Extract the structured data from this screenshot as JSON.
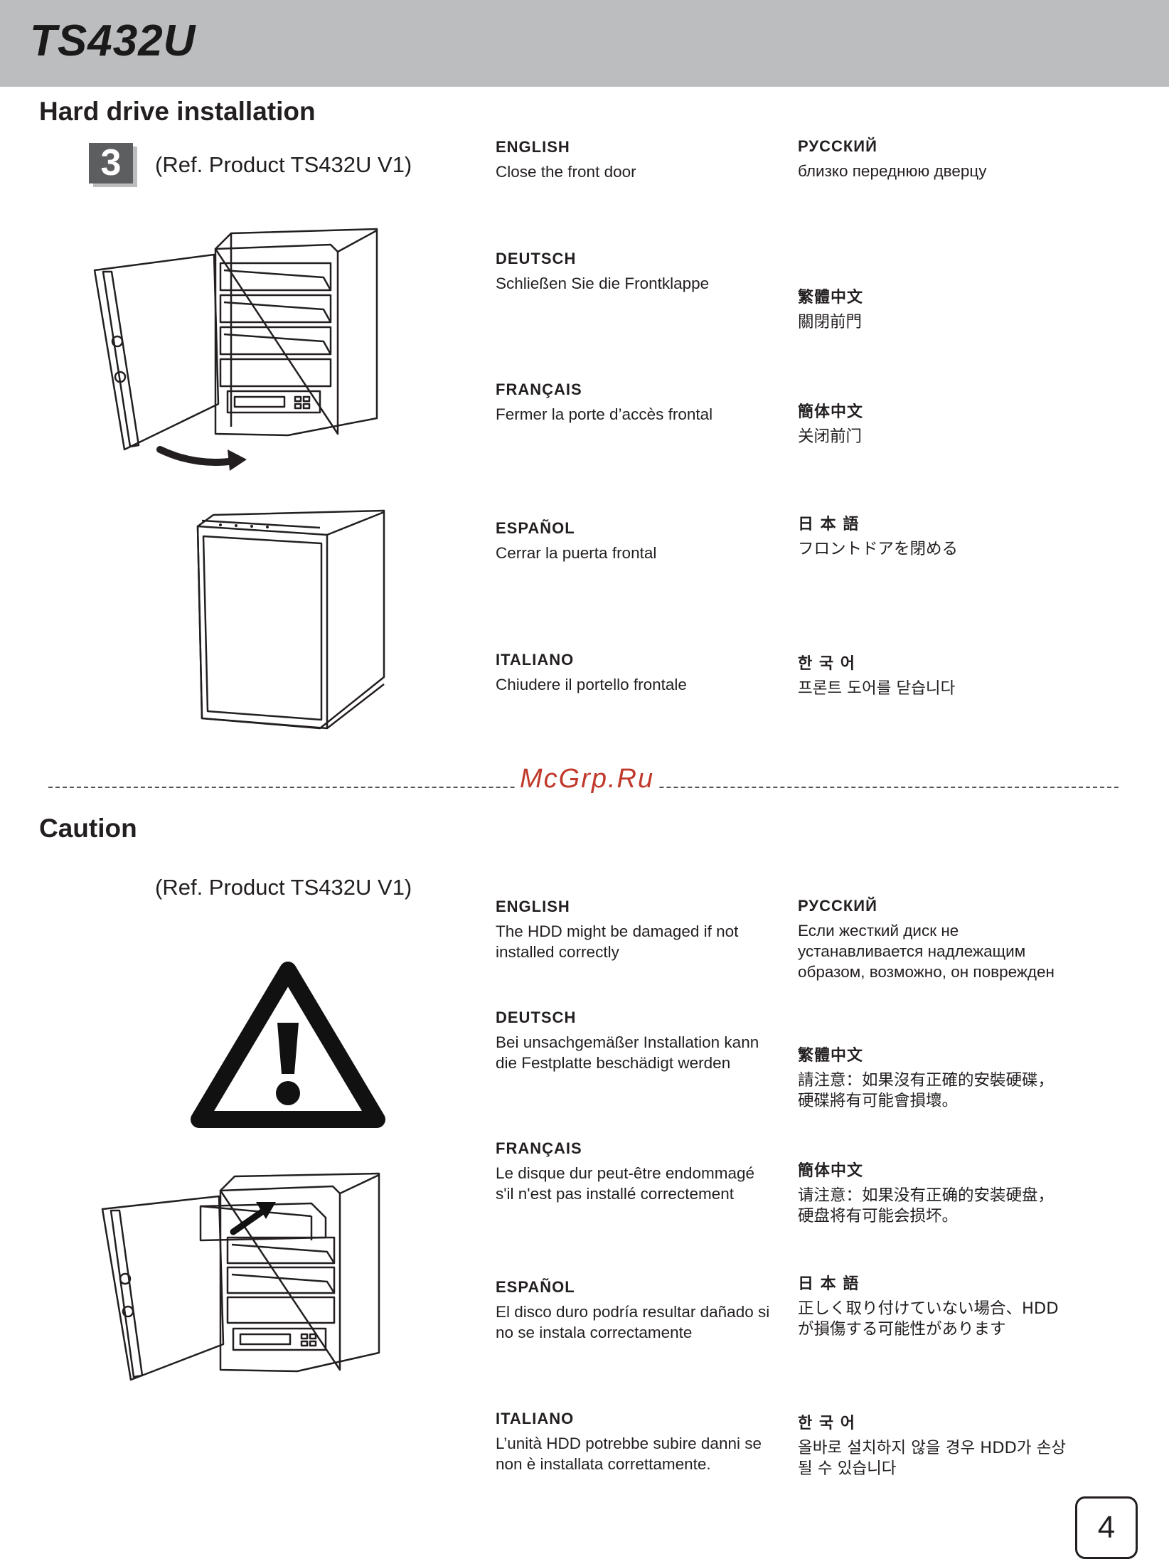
{
  "header": {
    "model": "TS432U"
  },
  "section1": {
    "title": "Hard drive installation",
    "step_number": "3",
    "ref": "(Ref. Product TS432U V1)",
    "left_col": [
      {
        "name": "ENGLISH",
        "text": "Close the front door"
      },
      {
        "name": "DEUTSCH",
        "text": "Schließen Sie die Frontklappe"
      },
      {
        "name": "FRANÇAIS",
        "text": "Fermer la porte d’accès frontal"
      },
      {
        "name": "ESPAÑOL",
        "text": "Cerrar la puerta frontal"
      },
      {
        "name": "ITALIANO",
        "text": "Chiudere il portello frontale"
      }
    ],
    "right_col": [
      {
        "name": "РУССКИЙ",
        "text": "близко переднюю дверцу"
      },
      {
        "name": "繁體中文",
        "text": "關閉前門"
      },
      {
        "name": "簡体中文",
        "text": "关闭前门"
      },
      {
        "name": "日 本 語",
        "text": "フロントドアを閉める"
      },
      {
        "name": "한 국 어",
        "text": "프론트 도어를 닫습니다"
      }
    ]
  },
  "watermark": "McGrp.Ru",
  "section2": {
    "title": "Caution",
    "ref": "(Ref. Product TS432U V1)",
    "left_col": [
      {
        "name": "ENGLISH",
        "text": "The HDD might be damaged if not installed correctly"
      },
      {
        "name": "DEUTSCH",
        "text": "Bei unsachgemäßer Installation kann die Festplatte beschädigt werden"
      },
      {
        "name": "FRANÇAIS",
        "text": "Le disque dur peut-être endommagé s'il n'est pas installé correctement"
      },
      {
        "name": "ESPAÑOL",
        "text": "El disco duro podría resultar dañado si no se instala correctamente"
      },
      {
        "name": "ITALIANO",
        "text": "L’unità HDD potrebbe subire danni se non è installata correttamente."
      }
    ],
    "right_col": [
      {
        "name": "РУССКИЙ",
        "text": "Если жесткий диск не устанавливается надлежащим образом, возможно, он поврежден"
      },
      {
        "name": "繁體中文",
        "text": "請注意：如果沒有正確的安裝硬碟，硬碟將有可能會損壞。"
      },
      {
        "name": "簡体中文",
        "text": "请注意：如果没有正确的安装硬盘，硬盘将有可能会损坏。"
      },
      {
        "name": "日 本 語",
        "text": "正しく取り付けていない場合、HDDが損傷する可能性があります"
      },
      {
        "name": "한 국 어",
        "text": "올바로 설치하지 않을 경우 HDD가 손상될 수 있습니다"
      }
    ]
  },
  "page_number": "4",
  "icons": [
    "warning-triangle-icon",
    "curved-arrow-icon",
    "insert-arrow-icon"
  ]
}
